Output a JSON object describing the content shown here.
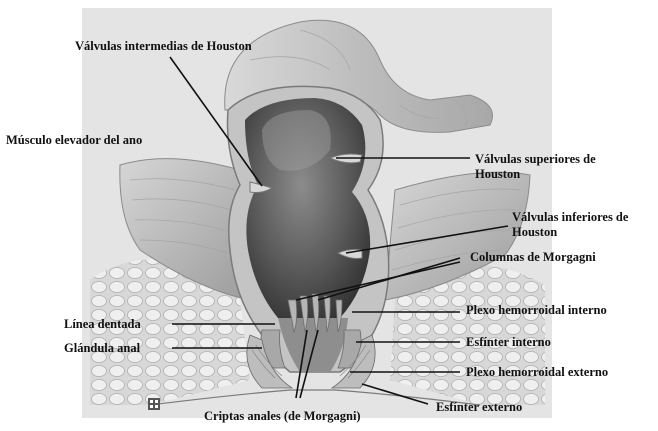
{
  "labels": {
    "valvulas_intermedias": "Válvulas intermedias de Houston",
    "musculo_elevador": "Músculo elevador del ano",
    "valvulas_superiores": "Válvulas superiores de Houston",
    "valvulas_inferiores": "Válvulas inferiores de Houston",
    "columnas_morgagni": "Columnas de Morgagni",
    "plexo_interno": "Plexo hemorroidal interno",
    "linea_dentada": "Línea dentada",
    "esfinter_interno": "Esfínter interno",
    "glandula_anal": "Glándula anal",
    "plexo_externo": "Plexo hemorroidal externo",
    "esfinter_externo": "Esfínter externo",
    "criptas_anales": "Criptas anales (de Morgagni)"
  },
  "colors": {
    "background": "#ffffff",
    "panel": "#e4e4e4",
    "tissue_light": "#cfcfcf",
    "tissue_mid": "#9a9a9a",
    "lumen_dark": "#4a4a4a",
    "muscle": "#b8b8b8",
    "leader": "#111111"
  },
  "icons": {
    "corner_mark": "grid-square-icon"
  }
}
